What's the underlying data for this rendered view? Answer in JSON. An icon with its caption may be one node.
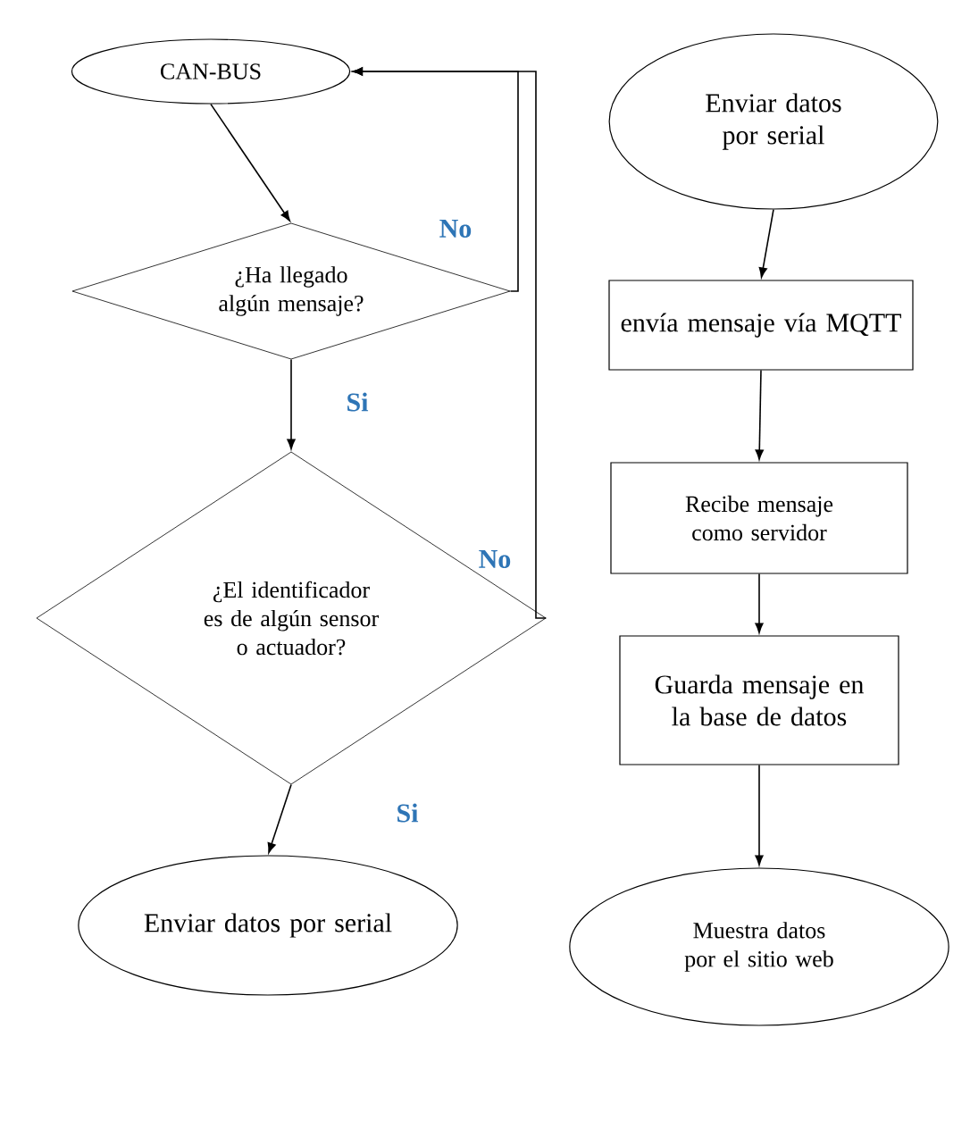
{
  "diagram": {
    "nodes": [
      {
        "text": [
          "CAN-BUS"
        ]
      },
      {
        "text": [
          "¿Ha llegado algún mensaje?"
        ]
      },
      {
        "text": [
          "¿El identificador es de algún sensor o actuador?"
        ]
      },
      {
        "text": [
          "Enviar datos por serial"
        ]
      },
      {
        "text": [
          "Enviar datos por serial"
        ]
      },
      {
        "text": [
          "envía mensaje vía MQTT"
        ]
      },
      {
        "text": [
          "Recibe mensaje como servidor"
        ]
      },
      {
        "text": [
          "Guarda mensaje en la base de datos"
        ]
      },
      {
        "text": [
          "Muestra datos por el sitio web"
        ]
      }
    ],
    "edges": [
      {
        "from": 0,
        "to": 1,
        "arrow": "to"
      },
      {
        "from": 1,
        "to": 2,
        "arrow": "to",
        "label": "Si"
      },
      {
        "from": 1,
        "to": 0,
        "arrow": "to",
        "label": "No"
      },
      {
        "from": 2,
        "to": 0,
        "arrow": "to",
        "label": "No"
      },
      {
        "from": 2,
        "to": 3,
        "arrow": "to",
        "label": "Si"
      },
      {
        "from": 4,
        "to": 5,
        "arrow": "to"
      },
      {
        "from": 5,
        "to": 6,
        "arrow": "to"
      },
      {
        "from": 6,
        "to": 7,
        "arrow": "to"
      },
      {
        "from": 7,
        "to": 8,
        "arrow": "to"
      }
    ]
  }
}
